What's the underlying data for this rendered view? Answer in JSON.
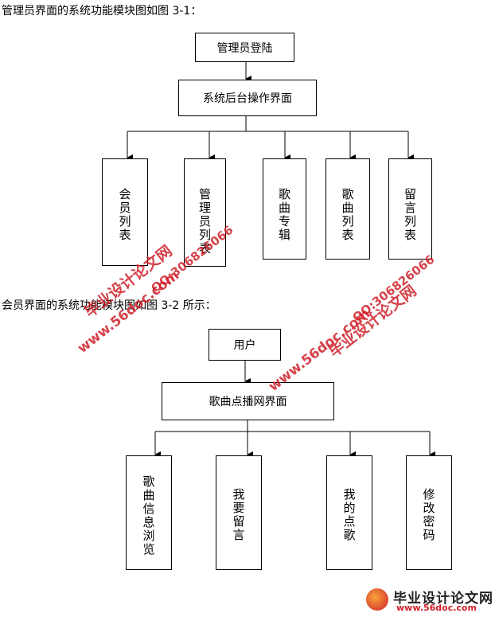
{
  "caption1": "管理员界面的系统功能模块图如图 3-1：",
  "caption2": "会员界面的系统功能模块图如图 3-2 所示：",
  "diagram1": {
    "top": "管理员登陆",
    "mid": "系统后台操作界面",
    "children": [
      "会员列表",
      "管理员列表",
      "歌曲专辑",
      "歌曲列表",
      "留言列表"
    ]
  },
  "diagram2": {
    "top": "用户",
    "mid": "歌曲点播网界面",
    "children": [
      "歌曲信息浏览",
      "我要留言",
      "我的点歌",
      "修改密码"
    ]
  },
  "watermark": {
    "name": "毕业设计论文网",
    "url": "www.56doc.com",
    "qq": "QQ:306826066"
  },
  "logo": {
    "title": "毕业设计论文网",
    "url": "www.56doc.com"
  }
}
